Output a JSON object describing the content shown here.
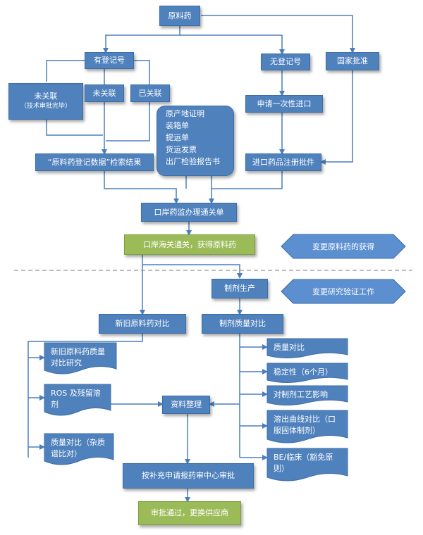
{
  "nodes": {
    "raw_material": "原料药",
    "registered": "有登记号",
    "unregistered": "无登记号",
    "national_approval": "国家批准",
    "unlinked_reviewed": "未关联",
    "unlinked_reviewed_note": "（技术审批完毕）",
    "unlinked": "未关联",
    "linked": "已关联",
    "one_time_import": "申请一次性进口",
    "documents": [
      "原产地证明",
      "装箱单",
      "提运单",
      "货运发票",
      "出厂检验报告书"
    ],
    "search_result": "“原料药登记数据”检索结果",
    "import_license": "进口药品注册批件",
    "port_clearance": "口岸药监办理通关单",
    "customs_obtain": "口岸海关通关，获得原料药",
    "change_supply": "变更原料药的获得",
    "formulation_production": "制剂生产",
    "change_research": "变更研究验证工作",
    "old_new_compare": "新旧原料药对比",
    "formulation_quality": "制剂质量对比",
    "quality_study": "新旧原料药质量对比研究",
    "ros_solvent": "ROS 及残留溶剂",
    "impurity_compare": "质量对比（杂质谱比对）",
    "data_compile": "资料整理",
    "quality_compare": "质量对比",
    "stability": "稳定性（6个月）",
    "process_impact": "对制剂工艺影响",
    "dissolution": "溶出曲线对比（口服固体制剂）",
    "be_clinical": "BE/临床（豁免原则）",
    "submit_review": "按补充申请报药审中心审批",
    "approved": "审批通过，更换供应商"
  },
  "colors": {
    "box": "#4f81bd",
    "green": "#9bbb59",
    "connector": "#4a7ebb",
    "dashed_line": "#7f7f7f"
  }
}
